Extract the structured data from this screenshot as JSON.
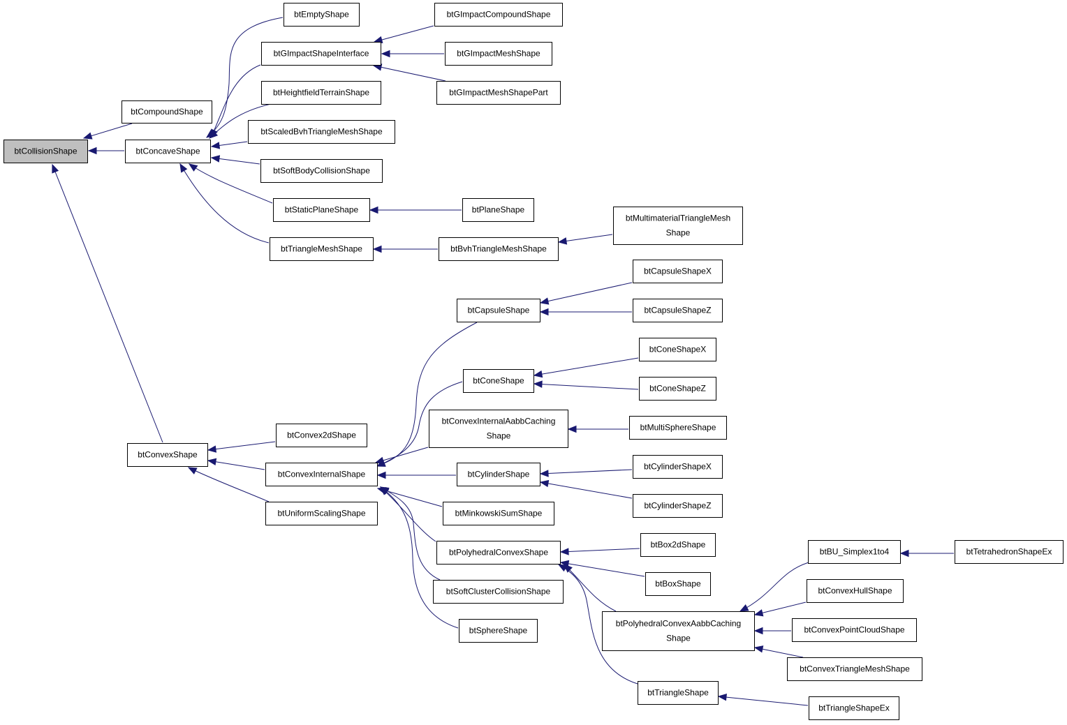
{
  "diagram": {
    "edge_color": "#191970",
    "root_fill": "#bfbfbf",
    "nodes": [
      {
        "id": "btCollisionShape",
        "lines": [
          "btCollisionShape"
        ],
        "root": true
      },
      {
        "id": "btCompoundShape",
        "lines": [
          "btCompoundShape"
        ]
      },
      {
        "id": "btConcaveShape",
        "lines": [
          "btConcaveShape"
        ]
      },
      {
        "id": "btConvexShape",
        "lines": [
          "btConvexShape"
        ]
      },
      {
        "id": "btEmptyShape",
        "lines": [
          "btEmptyShape"
        ]
      },
      {
        "id": "btGImpactShapeInterface",
        "lines": [
          "btGImpactShapeInterface"
        ]
      },
      {
        "id": "btHeightfieldTerrainShape",
        "lines": [
          "btHeightfieldTerrainShape"
        ]
      },
      {
        "id": "btScaledBvhTriangleMeshShape",
        "lines": [
          "btScaledBvhTriangleMeshShape"
        ]
      },
      {
        "id": "btSoftBodyCollisionShape",
        "lines": [
          "btSoftBodyCollisionShape"
        ]
      },
      {
        "id": "btStaticPlaneShape",
        "lines": [
          "btStaticPlaneShape"
        ]
      },
      {
        "id": "btTriangleMeshShape",
        "lines": [
          "btTriangleMeshShape"
        ]
      },
      {
        "id": "btGImpactCompoundShape",
        "lines": [
          "btGImpactCompoundShape"
        ]
      },
      {
        "id": "btGImpactMeshShape",
        "lines": [
          "btGImpactMeshShape"
        ]
      },
      {
        "id": "btGImpactMeshShapePart",
        "lines": [
          "btGImpactMeshShapePart"
        ]
      },
      {
        "id": "btPlaneShape",
        "lines": [
          "btPlaneShape"
        ]
      },
      {
        "id": "btBvhTriangleMeshShape",
        "lines": [
          "btBvhTriangleMeshShape"
        ]
      },
      {
        "id": "btMultimaterialTriangleMeshShape",
        "lines": [
          "btMultimaterialTriangleMesh",
          "Shape"
        ]
      },
      {
        "id": "btConvex2dShape",
        "lines": [
          "btConvex2dShape"
        ]
      },
      {
        "id": "btConvexInternalShape",
        "lines": [
          "btConvexInternalShape"
        ]
      },
      {
        "id": "btUniformScalingShape",
        "lines": [
          "btUniformScalingShape"
        ]
      },
      {
        "id": "btCapsuleShape",
        "lines": [
          "btCapsuleShape"
        ]
      },
      {
        "id": "btConeShape",
        "lines": [
          "btConeShape"
        ]
      },
      {
        "id": "btConvexInternalAabbCachingShape",
        "lines": [
          "btConvexInternalAabbCaching",
          "Shape"
        ]
      },
      {
        "id": "btCylinderShape",
        "lines": [
          "btCylinderShape"
        ]
      },
      {
        "id": "btMinkowskiSumShape",
        "lines": [
          "btMinkowskiSumShape"
        ]
      },
      {
        "id": "btPolyhedralConvexShape",
        "lines": [
          "btPolyhedralConvexShape"
        ]
      },
      {
        "id": "btSoftClusterCollisionShape",
        "lines": [
          "btSoftClusterCollisionShape"
        ]
      },
      {
        "id": "btSphereShape",
        "lines": [
          "btSphereShape"
        ]
      },
      {
        "id": "btCapsuleShapeX",
        "lines": [
          "btCapsuleShapeX"
        ]
      },
      {
        "id": "btCapsuleShapeZ",
        "lines": [
          "btCapsuleShapeZ"
        ]
      },
      {
        "id": "btConeShapeX",
        "lines": [
          "btConeShapeX"
        ]
      },
      {
        "id": "btConeShapeZ",
        "lines": [
          "btConeShapeZ"
        ]
      },
      {
        "id": "btMultiSphereShape",
        "lines": [
          "btMultiSphereShape"
        ]
      },
      {
        "id": "btCylinderShapeX",
        "lines": [
          "btCylinderShapeX"
        ]
      },
      {
        "id": "btCylinderShapeZ",
        "lines": [
          "btCylinderShapeZ"
        ]
      },
      {
        "id": "btBox2dShape",
        "lines": [
          "btBox2dShape"
        ]
      },
      {
        "id": "btBoxShape",
        "lines": [
          "btBoxShape"
        ]
      },
      {
        "id": "btPolyhedralConvexAabbCachingShape",
        "lines": [
          "btPolyhedralConvexAabbCaching",
          "Shape"
        ]
      },
      {
        "id": "btTriangleShape",
        "lines": [
          "btTriangleShape"
        ]
      },
      {
        "id": "btBU_Simplex1to4",
        "lines": [
          "btBU_Simplex1to4"
        ]
      },
      {
        "id": "btConvexHullShape",
        "lines": [
          "btConvexHullShape"
        ]
      },
      {
        "id": "btConvexPointCloudShape",
        "lines": [
          "btConvexPointCloudShape"
        ]
      },
      {
        "id": "btConvexTriangleMeshShape",
        "lines": [
          "btConvexTriangleMeshShape"
        ]
      },
      {
        "id": "btTriangleShapeEx",
        "lines": [
          "btTriangleShapeEx"
        ]
      },
      {
        "id": "btTetrahedronShapeEx",
        "lines": [
          "btTetrahedronShapeEx"
        ]
      }
    ],
    "edges": [
      {
        "from": "btCompoundShape",
        "to": "btCollisionShape"
      },
      {
        "from": "btConcaveShape",
        "to": "btCollisionShape"
      },
      {
        "from": "btConvexShape",
        "to": "btCollisionShape"
      },
      {
        "from": "btEmptyShape",
        "to": "btConcaveShape"
      },
      {
        "from": "btGImpactShapeInterface",
        "to": "btConcaveShape"
      },
      {
        "from": "btHeightfieldTerrainShape",
        "to": "btConcaveShape"
      },
      {
        "from": "btScaledBvhTriangleMeshShape",
        "to": "btConcaveShape"
      },
      {
        "from": "btSoftBodyCollisionShape",
        "to": "btConcaveShape"
      },
      {
        "from": "btStaticPlaneShape",
        "to": "btConcaveShape"
      },
      {
        "from": "btTriangleMeshShape",
        "to": "btConcaveShape"
      },
      {
        "from": "btGImpactCompoundShape",
        "to": "btGImpactShapeInterface"
      },
      {
        "from": "btGImpactMeshShape",
        "to": "btGImpactShapeInterface"
      },
      {
        "from": "btGImpactMeshShapePart",
        "to": "btGImpactShapeInterface"
      },
      {
        "from": "btPlaneShape",
        "to": "btStaticPlaneShape"
      },
      {
        "from": "btBvhTriangleMeshShape",
        "to": "btTriangleMeshShape"
      },
      {
        "from": "btMultimaterialTriangleMeshShape",
        "to": "btBvhTriangleMeshShape"
      },
      {
        "from": "btConvex2dShape",
        "to": "btConvexShape"
      },
      {
        "from": "btConvexInternalShape",
        "to": "btConvexShape"
      },
      {
        "from": "btUniformScalingShape",
        "to": "btConvexShape"
      },
      {
        "from": "btCapsuleShape",
        "to": "btConvexInternalShape"
      },
      {
        "from": "btConeShape",
        "to": "btConvexInternalShape"
      },
      {
        "from": "btConvexInternalAabbCachingShape",
        "to": "btConvexInternalShape"
      },
      {
        "from": "btCylinderShape",
        "to": "btConvexInternalShape"
      },
      {
        "from": "btMinkowskiSumShape",
        "to": "btConvexInternalShape"
      },
      {
        "from": "btPolyhedralConvexShape",
        "to": "btConvexInternalShape"
      },
      {
        "from": "btSoftClusterCollisionShape",
        "to": "btConvexInternalShape"
      },
      {
        "from": "btSphereShape",
        "to": "btConvexInternalShape"
      },
      {
        "from": "btCapsuleShapeX",
        "to": "btCapsuleShape"
      },
      {
        "from": "btCapsuleShapeZ",
        "to": "btCapsuleShape"
      },
      {
        "from": "btConeShapeX",
        "to": "btConeShape"
      },
      {
        "from": "btConeShapeZ",
        "to": "btConeShape"
      },
      {
        "from": "btMultiSphereShape",
        "to": "btConvexInternalAabbCachingShape"
      },
      {
        "from": "btCylinderShapeX",
        "to": "btCylinderShape"
      },
      {
        "from": "btCylinderShapeZ",
        "to": "btCylinderShape"
      },
      {
        "from": "btBox2dShape",
        "to": "btPolyhedralConvexShape"
      },
      {
        "from": "btBoxShape",
        "to": "btPolyhedralConvexShape"
      },
      {
        "from": "btPolyhedralConvexAabbCachingShape",
        "to": "btPolyhedralConvexShape"
      },
      {
        "from": "btTriangleShape",
        "to": "btPolyhedralConvexShape"
      },
      {
        "from": "btBU_Simplex1to4",
        "to": "btPolyhedralConvexAabbCachingShape"
      },
      {
        "from": "btConvexHullShape",
        "to": "btPolyhedralConvexAabbCachingShape"
      },
      {
        "from": "btConvexPointCloudShape",
        "to": "btPolyhedralConvexAabbCachingShape"
      },
      {
        "from": "btConvexTriangleMeshShape",
        "to": "btPolyhedralConvexAabbCachingShape"
      },
      {
        "from": "btTriangleShapeEx",
        "to": "btTriangleShape"
      },
      {
        "from": "btTetrahedronShapeEx",
        "to": "btBU_Simplex1to4"
      }
    ]
  }
}
